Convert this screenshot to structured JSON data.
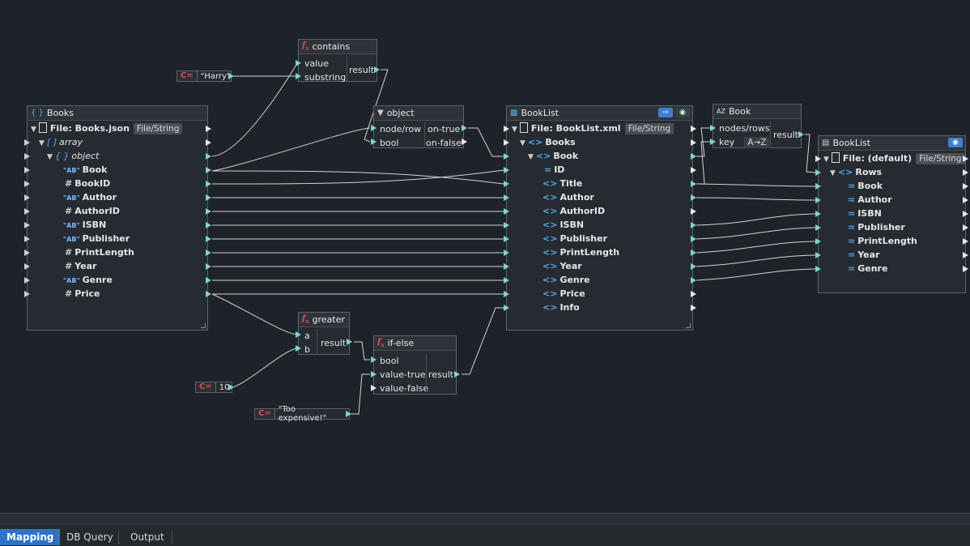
{
  "tabs": [
    {
      "label": "Mapping",
      "active": true
    },
    {
      "label": "DB Query",
      "active": false
    },
    {
      "label": "Output",
      "active": false
    }
  ],
  "colors": {
    "background": "#1e2329",
    "wire": "#d8d8d8",
    "port_connected": "#7fd4d4",
    "function_icon": "#e05050",
    "active_tab": "#2f73c9"
  },
  "source": {
    "title": "Books",
    "file_label": "File: Books.json",
    "file_type": "File/String",
    "array_label": "array",
    "object_label": "object",
    "fields": [
      {
        "name": "Book",
        "type": "string"
      },
      {
        "name": "BookID",
        "type": "number"
      },
      {
        "name": "Author",
        "type": "string"
      },
      {
        "name": "AuthorID",
        "type": "number"
      },
      {
        "name": "ISBN",
        "type": "string"
      },
      {
        "name": "Publisher",
        "type": "string"
      },
      {
        "name": "PrintLength",
        "type": "number"
      },
      {
        "name": "Year",
        "type": "number"
      },
      {
        "name": "Genre",
        "type": "string"
      },
      {
        "name": "Price",
        "type": "number"
      }
    ]
  },
  "contains_fn": {
    "title": "contains",
    "inputs": [
      "value",
      "substring"
    ],
    "output": "result"
  },
  "const_harry": {
    "label": "C=",
    "value": "\"Harry\""
  },
  "filter": {
    "title": "object",
    "inputs": [
      "node/row",
      "bool"
    ],
    "outputs": [
      "on-true",
      "on-false"
    ]
  },
  "greater_fn": {
    "title": "greater",
    "inputs": [
      "a",
      "b"
    ],
    "output": "result"
  },
  "const_10": {
    "label": "C=",
    "value": "10"
  },
  "ifelse_fn": {
    "title": "if-else",
    "inputs": [
      "bool",
      "value-true",
      "value-false"
    ],
    "output": "result"
  },
  "const_expensive": {
    "label": "C=",
    "value": "\"Too expensive!\""
  },
  "xml_target": {
    "title": "BookList",
    "file_label": "File: BookList.xml",
    "file_type": "File/String",
    "root": "Books",
    "element": "Book",
    "attribute": "ID",
    "children": [
      "Title",
      "Author",
      "AuthorID",
      "ISBN",
      "Publisher",
      "PrintLength",
      "Year",
      "Genre",
      "Price",
      "Info"
    ]
  },
  "sort": {
    "title": "Book",
    "icon": "AZ",
    "inputs": [
      "nodes/rows",
      "key"
    ],
    "key_badge": "A→Z",
    "output": "result"
  },
  "db_target": {
    "title": "BookList",
    "file_label": "File: (default)",
    "file_type": "File/String",
    "group": "Rows",
    "columns": [
      "Book",
      "Author",
      "ISBN",
      "Publisher",
      "PrintLength",
      "Year",
      "Genre"
    ]
  }
}
